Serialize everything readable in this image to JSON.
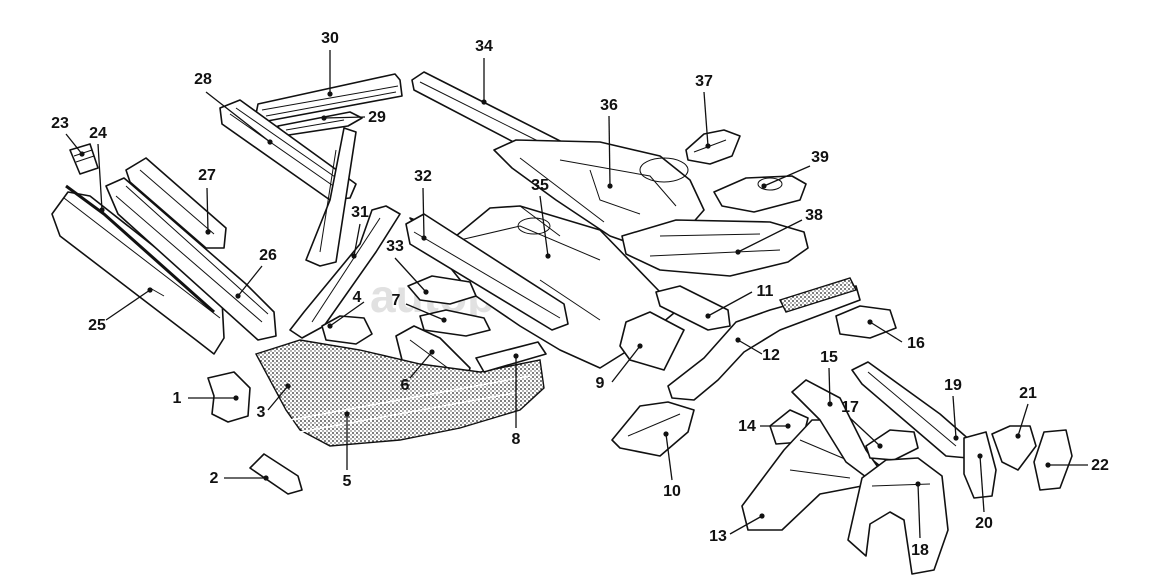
{
  "callouts": [
    {
      "id": "1",
      "text": "1"
    },
    {
      "id": "2",
      "text": "2"
    },
    {
      "id": "3",
      "text": "3"
    },
    {
      "id": "4",
      "text": "4"
    },
    {
      "id": "5",
      "text": "5"
    },
    {
      "id": "6",
      "text": "6"
    },
    {
      "id": "7",
      "text": "7"
    },
    {
      "id": "8",
      "text": "8"
    },
    {
      "id": "9",
      "text": "9"
    },
    {
      "id": "10",
      "text": "10"
    },
    {
      "id": "11",
      "text": "11"
    },
    {
      "id": "12",
      "text": "12"
    },
    {
      "id": "13",
      "text": "13"
    },
    {
      "id": "14",
      "text": "14"
    },
    {
      "id": "15",
      "text": "15"
    },
    {
      "id": "16",
      "text": "16"
    },
    {
      "id": "17",
      "text": "17"
    },
    {
      "id": "18",
      "text": "18"
    },
    {
      "id": "19",
      "text": "19"
    },
    {
      "id": "20",
      "text": "20"
    },
    {
      "id": "21",
      "text": "21"
    },
    {
      "id": "22",
      "text": "22"
    },
    {
      "id": "23",
      "text": "23"
    },
    {
      "id": "24",
      "text": "24"
    },
    {
      "id": "25",
      "text": "25"
    },
    {
      "id": "26",
      "text": "26"
    },
    {
      "id": "27",
      "text": "27"
    },
    {
      "id": "28",
      "text": "28"
    },
    {
      "id": "29",
      "text": "29"
    },
    {
      "id": "30",
      "text": "30"
    },
    {
      "id": "31",
      "text": "31"
    },
    {
      "id": "32",
      "text": "32"
    },
    {
      "id": "33",
      "text": "33"
    },
    {
      "id": "34",
      "text": "34"
    },
    {
      "id": "35",
      "text": "35"
    },
    {
      "id": "36",
      "text": "36"
    },
    {
      "id": "37",
      "text": "37"
    },
    {
      "id": "38",
      "text": "38"
    },
    {
      "id": "39",
      "text": "39"
    }
  ],
  "watermark": "autoparts.ru",
  "colors": {
    "ink": "#111111",
    "paper": "#ffffff",
    "watermark": "#c9c9c9"
  }
}
